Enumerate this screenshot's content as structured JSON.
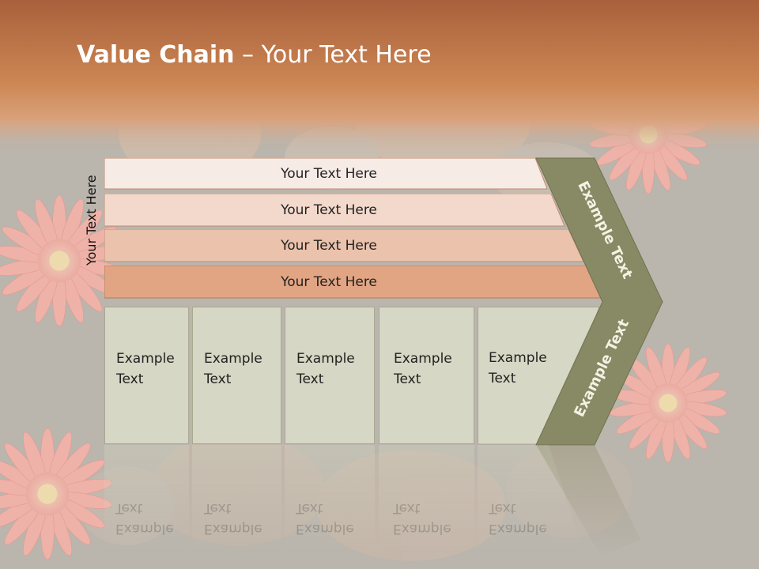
{
  "title": {
    "bold": "Value Chain",
    "rest": " – Your Text Here"
  },
  "side_label": "Your Text Here",
  "bands": [
    {
      "label": "Your Text Here",
      "color": "#f7ebe6"
    },
    {
      "label": "Your Text Here",
      "color": "#f3d9cc"
    },
    {
      "label": "Your Text Here",
      "color": "#ebc2ac"
    },
    {
      "label": "Your Text Here",
      "color": "#e2a583"
    }
  ],
  "boxes": [
    {
      "line1": "Example",
      "line2": "Text"
    },
    {
      "line1": "Example",
      "line2": "Text"
    },
    {
      "line1": "Example",
      "line2": "Text"
    },
    {
      "line1": "Example",
      "line2": "Text"
    },
    {
      "line1": "Example",
      "line2": "Text"
    }
  ],
  "chevron": {
    "upper": "Example Text",
    "lower": "Example Text",
    "color": "#878a64"
  },
  "colors": {
    "header": "#c9814f",
    "box_fill": "#d6d7c4",
    "flower": "#f3b1a8"
  }
}
